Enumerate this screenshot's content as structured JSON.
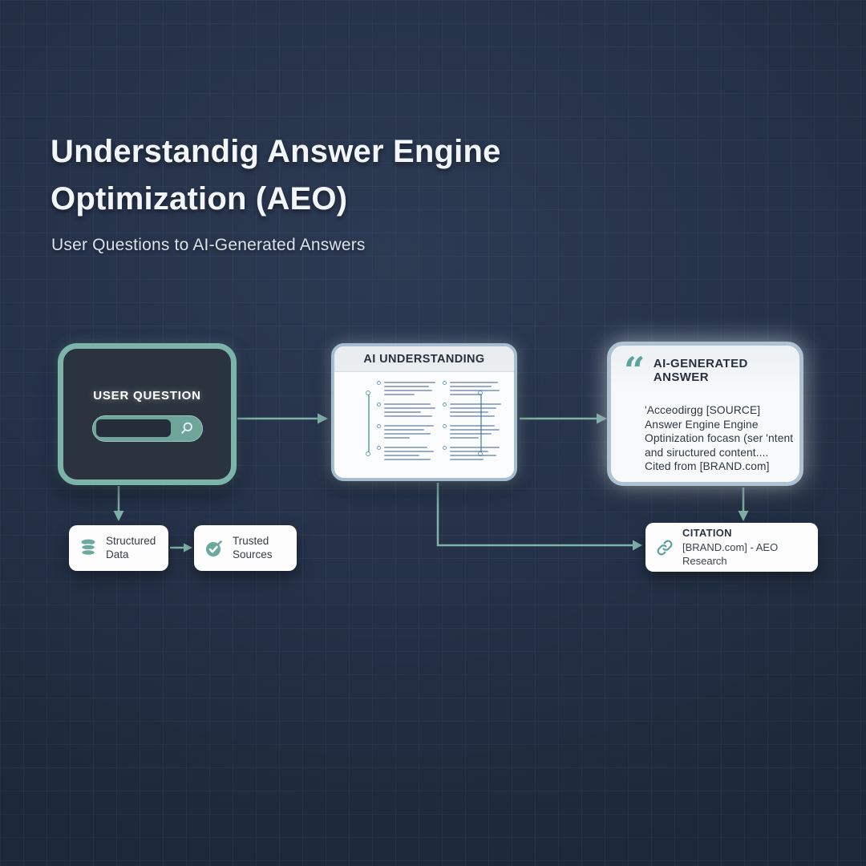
{
  "page": {
    "title_line1": "Understandig Answer Engine",
    "title_line2": "Optimization (AEO)",
    "subtitle": "User Questions to AI-Generated Answers"
  },
  "nodes": {
    "user_question": {
      "label": "USER QUESTION",
      "icon": "search-icon",
      "search_value": ""
    },
    "ai_understanding": {
      "label": "AI UNDERSTANDING"
    },
    "ai_answer": {
      "label": "AI-GENERATED ANSWER",
      "icon": "quote-icon",
      "lines": [
        "'Acceodirgg [SOURCE]",
        "Answer Engine Engine",
        "Optinization focasn (ser 'ntent",
        "and siructured content....",
        "Cited from [BRAND.com]"
      ]
    },
    "structured_data": {
      "line1": "Structured",
      "line2": "Data",
      "icon": "database-icon"
    },
    "trusted_sources": {
      "line1": "Trusted",
      "line2": "Sources",
      "icon": "check-circle-icon"
    },
    "citation": {
      "title": "CITATION",
      "source": "[BRAND.com] - AEO Research",
      "icon": "link-icon"
    }
  },
  "colors": {
    "background": "#243148",
    "teal_accent": "#7db4aa",
    "arrow": "#7fb2a8",
    "card_border": "#a6bccf",
    "dark_panel": "#2a333e",
    "text_dark": "#2b3541"
  }
}
